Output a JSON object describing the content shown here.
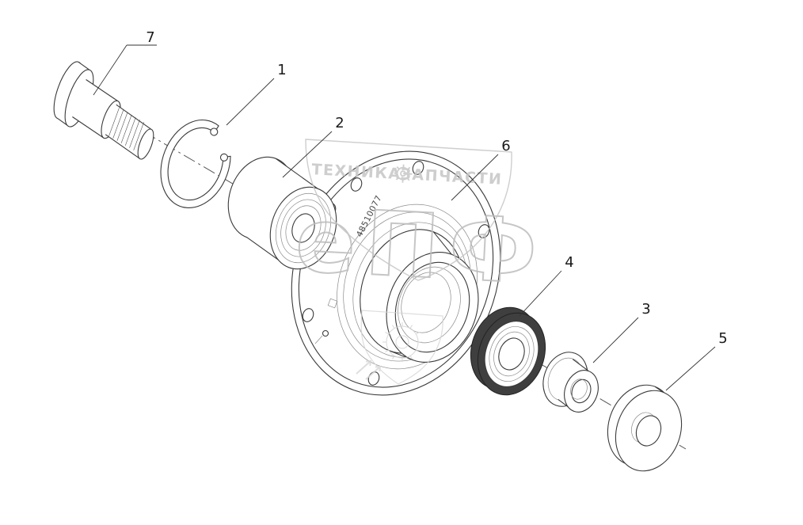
{
  "diagram": {
    "type": "exploded-parts-diagram",
    "background": "#ffffff",
    "part_number": "48510077",
    "callouts": [
      {
        "number": "1",
        "part": "snap-ring"
      },
      {
        "number": "2",
        "part": "bearing"
      },
      {
        "number": "3",
        "part": "thrust-collar"
      },
      {
        "number": "4",
        "part": "seal"
      },
      {
        "number": "5",
        "part": "washer"
      },
      {
        "number": "6",
        "part": "hub"
      },
      {
        "number": "7",
        "part": "spindle-shaft"
      }
    ],
    "watermark": {
      "title_left": "ТЕХНИКА",
      "title_right": "ЗАПЧАСТИ",
      "gear_icon": "gear-icon",
      "big_text": "еПФ"
    },
    "colors": {
      "line": "#3a3a3a",
      "line-light": "#8a8a8a",
      "seal-dark": "#3f3f3f",
      "axis": "#555555",
      "label": "#1a1a1a",
      "watermark": "#c6c6c6",
      "watermark-light": "#d6d6d6"
    }
  }
}
